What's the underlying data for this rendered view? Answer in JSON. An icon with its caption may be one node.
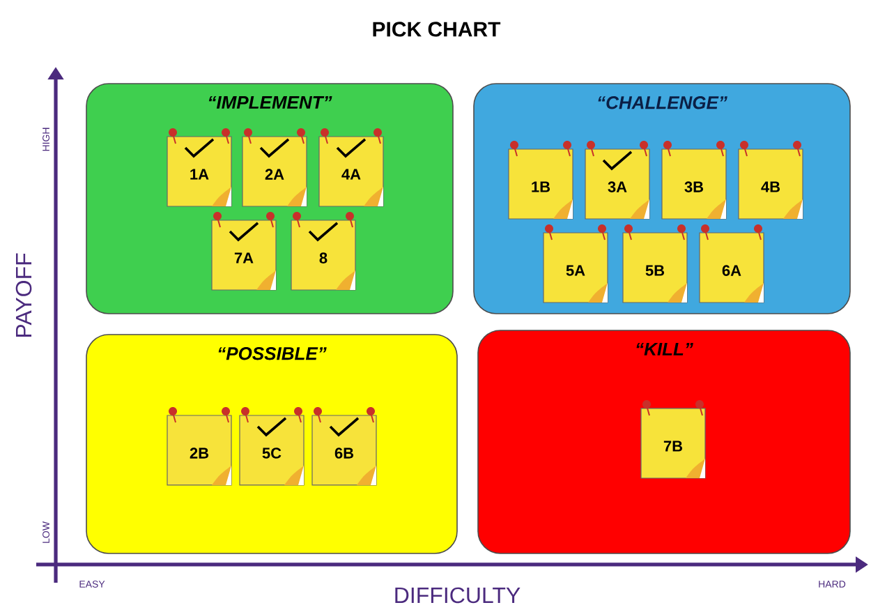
{
  "diagram": {
    "title": "PICK CHART",
    "nodes": [
      {
        "text": [
          "“IMPLEMENT”"
        ]
      },
      {
        "text": [
          "1A"
        ],
        "in": 0
      },
      {
        "text": [
          "2A"
        ],
        "in": 0
      },
      {
        "text": [
          "4A"
        ],
        "in": 0
      },
      {
        "text": [
          "7A"
        ],
        "in": 0
      },
      {
        "text": [
          "8"
        ],
        "in": 0
      },
      {
        "text": [
          "“CHALLENGE”"
        ]
      },
      {
        "text": [
          "1B"
        ],
        "in": 6
      },
      {
        "text": [
          "3A"
        ],
        "in": 6
      },
      {
        "text": [
          "3B"
        ],
        "in": 6
      },
      {
        "text": [
          "4B"
        ],
        "in": 6
      },
      {
        "text": [
          "5A"
        ],
        "in": 6
      },
      {
        "text": [
          "5B"
        ],
        "in": 6
      },
      {
        "text": [
          "6A"
        ],
        "in": 6
      },
      {
        "text": [
          "“POSSIBLE”"
        ]
      },
      {
        "text": [
          "2B"
        ],
        "in": 14
      },
      {
        "text": [
          "5C"
        ],
        "in": 14
      },
      {
        "text": [
          "6B"
        ],
        "in": 14
      },
      {
        "text": [
          "“KILL”"
        ]
      },
      {
        "text": [
          "7B"
        ],
        "in": 18
      }
    ],
    "labels": [
      "HIGH",
      "PAYOFF",
      "LOW",
      "EASY",
      "DIFFICULTY",
      "HARD"
    ]
  }
}
